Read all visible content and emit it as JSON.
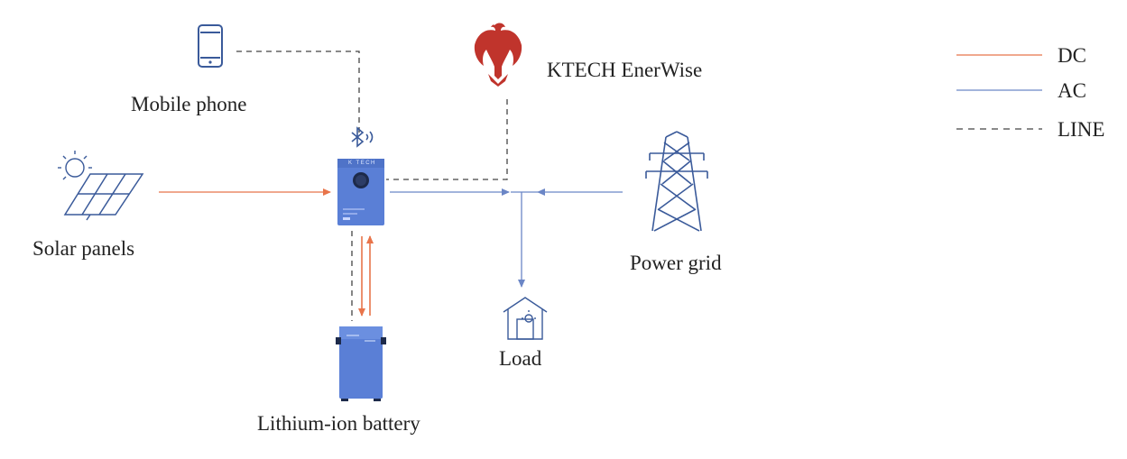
{
  "labels": {
    "mobile_phone": "Mobile phone",
    "brand": "KTECH EnerWise",
    "solar_panels": "Solar panels",
    "power_grid": "Power grid",
    "load": "Load",
    "battery": "Lithium-ion battery"
  },
  "legend": {
    "dc": "DC",
    "ac": "AC",
    "line": "LINE"
  },
  "inverter_brand": "K TECH",
  "colors": {
    "dc": "#e8744a",
    "ac": "#6b86c6",
    "line": "#444444",
    "device_blue": "#5a7fd6",
    "logo_red": "#c0342c",
    "icon_blue": "#3a5a9a"
  },
  "icons": [
    "phone-icon",
    "bluetooth-icon",
    "solar-panel-icon",
    "power-tower-icon",
    "house-icon",
    "phoenix-logo"
  ]
}
